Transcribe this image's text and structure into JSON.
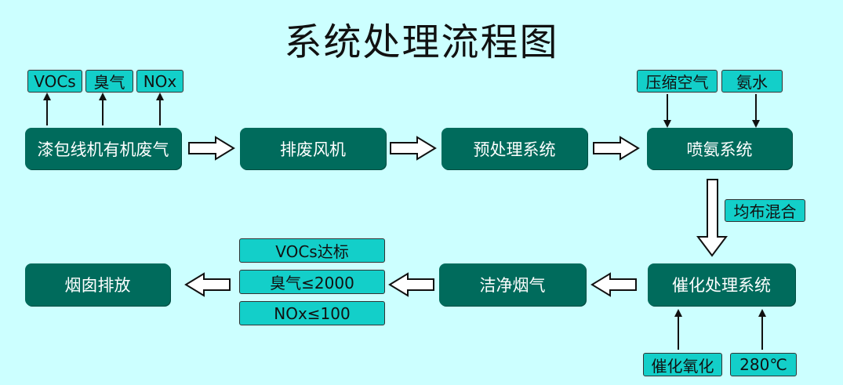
{
  "title": "系统处理流程图",
  "nodes": {
    "source": "漆包线机有机废气",
    "fan": "排废风机",
    "pretreat": "预处理系统",
    "ammonia_spray": "喷氨系统",
    "catalytic": "催化处理系统",
    "clean_gas": "洁净烟气",
    "chimney": "烟囱排放"
  },
  "tags": {
    "vocs": "VOCs",
    "odor": "臭气",
    "nox": "NOx",
    "compressed_air": "压缩空气",
    "ammonia_water": "氨水",
    "uniform_mix": "均布混合",
    "vocs_standard": "VOCs达标",
    "odor_limit": "臭气≤2000",
    "nox_limit": "NOx≤100",
    "catalytic_oxidation": "催化氧化",
    "temperature": "280℃"
  },
  "colors": {
    "background": "#ccffff",
    "node": "#006b5c",
    "tag": "#13cfc9"
  }
}
